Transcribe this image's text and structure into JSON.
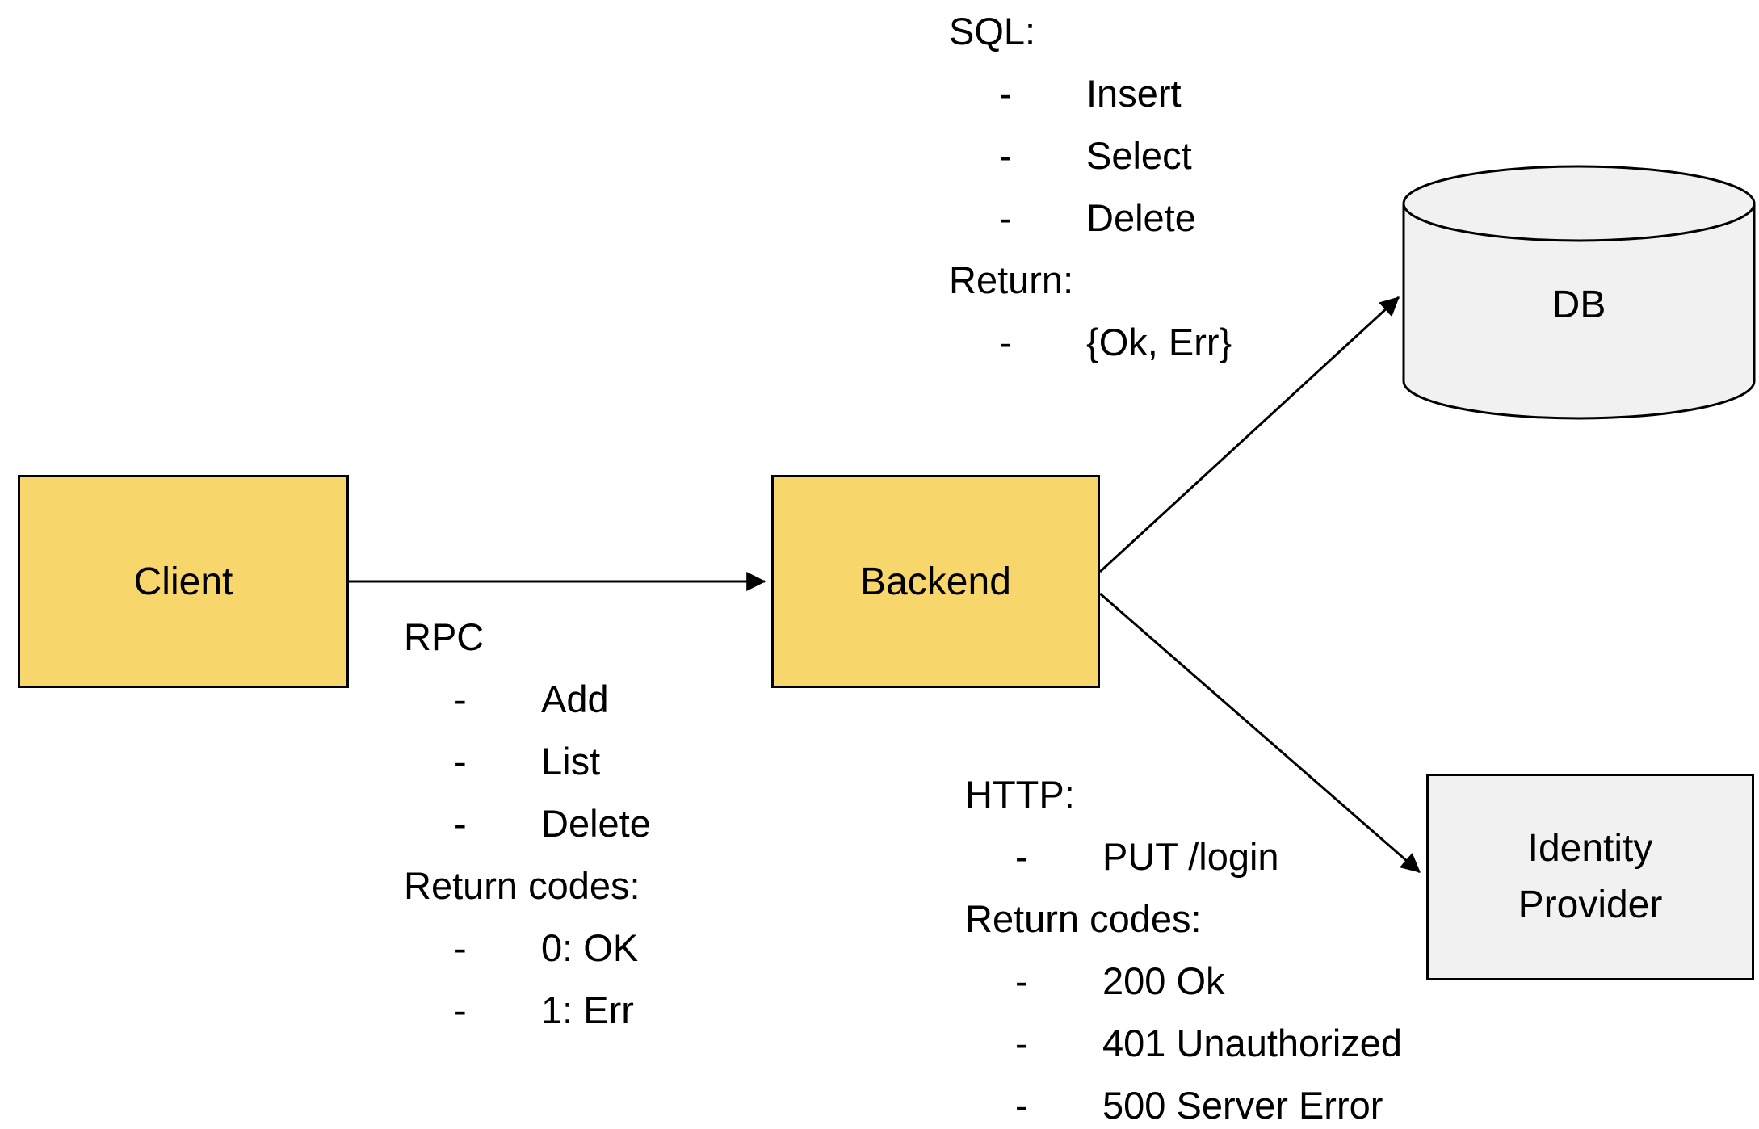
{
  "diagram": {
    "bullet_char": "-",
    "colors": {
      "node_yellow_fill": "#F7D76C",
      "node_gray_fill": "#F1F1F1",
      "node_border": "#000000",
      "arrow": "#000000",
      "text": "#000000",
      "background": "#FFFFFF"
    },
    "nodes": {
      "client": {
        "label": "Client",
        "shape": "rectangle"
      },
      "backend": {
        "label": "Backend",
        "shape": "rectangle"
      },
      "db": {
        "label": "DB",
        "shape": "cylinder"
      },
      "identity_provider": {
        "label": "Identity Provider",
        "shape": "rectangle"
      }
    },
    "edges": [
      {
        "from": "client",
        "to": "backend",
        "annotation": "rpc"
      },
      {
        "from": "backend",
        "to": "db",
        "annotation": "sql"
      },
      {
        "from": "backend",
        "to": "identity_provider",
        "annotation": "http"
      }
    ],
    "annotations": {
      "sql": {
        "title": "SQL:",
        "operations": [
          "Insert",
          "Select",
          "Delete"
        ],
        "return_title": "Return:",
        "return_values": [
          "{Ok, Err}"
        ]
      },
      "rpc": {
        "title": "RPC",
        "operations": [
          "Add",
          "List",
          "Delete"
        ],
        "return_title": "Return codes:",
        "return_values": [
          "0: OK",
          "1: Err"
        ]
      },
      "http": {
        "title": "HTTP:",
        "operations": [
          "PUT /login"
        ],
        "return_title": "Return codes:",
        "return_values": [
          "200 Ok",
          "401 Unauthorized",
          "500 Server Error"
        ]
      }
    }
  }
}
